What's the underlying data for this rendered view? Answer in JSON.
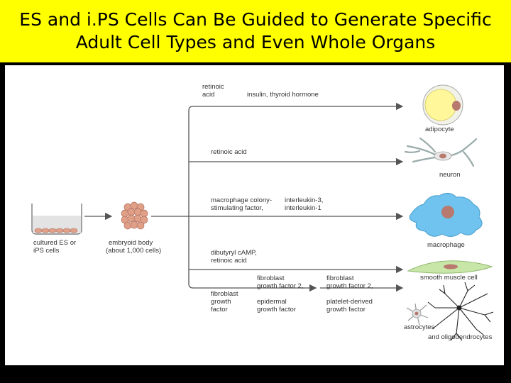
{
  "title": {
    "line1": "ES and i.PS Cells Can Be Guided to Generate Specific",
    "line2": "Adult Cell Types and Even Whole Organs"
  },
  "figure": {
    "source": {
      "line1": "cultured ES or",
      "line2": "iPS cells"
    },
    "embryoid": {
      "line1": "embryoid body",
      "line2": "(about 1,000 cells)"
    },
    "branches": [
      {
        "factors1": [
          "retinoic",
          "acid"
        ],
        "factors2": [
          "insulin, thyroid hormone"
        ],
        "cell": "adipocyte"
      },
      {
        "factors1": [
          "retinoic acid"
        ],
        "cell": "neuron"
      },
      {
        "factors1": [
          "macrophage colony-",
          "stimulating factor,"
        ],
        "factors2": [
          "interleukin-3,",
          "interleukin-1"
        ],
        "cell": "macrophage"
      },
      {
        "factors1": [
          "dibutyryl cAMP,",
          "retinoic acid"
        ],
        "cell": "smooth muscle cell"
      },
      {
        "factors1": [
          "fibroblast",
          "growth",
          "factor"
        ],
        "factors2": [
          "fibroblast",
          "growth factor 2,",
          "epidermal",
          "growth factor"
        ],
        "factors3": [
          "fibroblast",
          "growth factor 2,",
          "platelet-derived",
          "growth factor"
        ],
        "cell1": "astrocytes",
        "cell2": "and oligodendrocytes"
      }
    ]
  },
  "colors": {
    "title_bg": "#ffff00",
    "background": "#000000",
    "arrow": "#555555",
    "cell_fill": "#e0a088",
    "nucleus": "#b87a6e",
    "adipocyte_fat": "#fff79a",
    "macrophage": "#6fc3ee"
  }
}
